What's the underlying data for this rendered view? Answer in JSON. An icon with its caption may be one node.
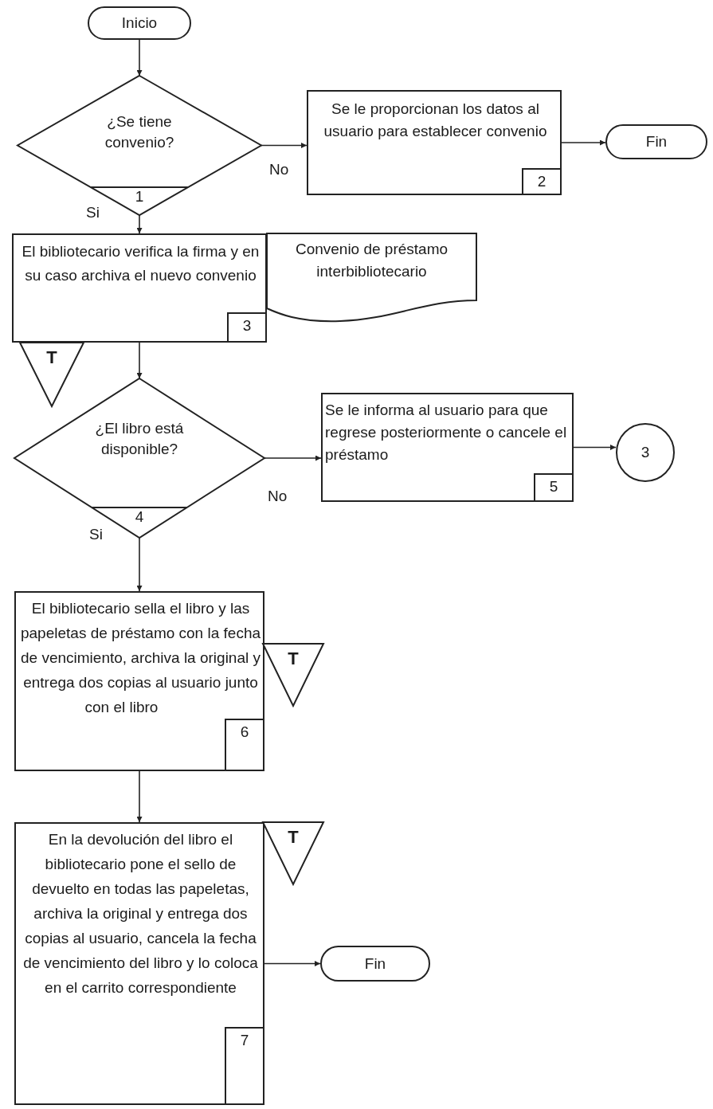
{
  "diagram": {
    "nodes": [
      {
        "text": [
          "Inicio"
        ]
      },
      {
        "text": [
          "¿Se tiene convenio?",
          "1"
        ]
      },
      {
        "text": [
          "Se le proporcionan los datos al usuario para establecer convenio",
          "2"
        ]
      },
      {
        "text": [
          "Fin"
        ]
      },
      {
        "text": [
          "El bibliotecario verifica la firma y en su caso archiva el nuevo convenio",
          "3"
        ]
      },
      {
        "text": [
          "Convenio de préstamo interbibliotecario"
        ]
      },
      {
        "text": [
          "T"
        ]
      },
      {
        "text": [
          "¿El libro está disponible?",
          "4"
        ]
      },
      {
        "text": [
          "Se le informa al usuario para que regrese posteriormente o cancele el préstamo",
          "5"
        ]
      },
      {
        "text": [
          "3"
        ]
      },
      {
        "text": [
          "El bibliotecario sella el libro y las papeletas de préstamo con la fecha de vencimiento, archiva la original y entrega dos copias al usuario junto con el libro",
          "6"
        ]
      },
      {
        "text": [
          "T"
        ]
      },
      {
        "text": [
          "En la devolución del libro el bibliotecario pone el sello de devuelto en todas las papeletas, archiva la original y entrega dos copias al usuario, cancela la fecha de vencimiento del libro y lo coloca en el carrito correspondiente",
          "7"
        ]
      },
      {
        "text": [
          "T"
        ]
      },
      {
        "text": [
          "Fin"
        ]
      }
    ],
    "edges": [
      {
        "from": 0,
        "to": 1,
        "arrow": "to"
      },
      {
        "from": 1,
        "to": 2,
        "arrow": "to",
        "label": "No"
      },
      {
        "from": 2,
        "to": 3,
        "arrow": "to"
      },
      {
        "from": 1,
        "to": 4,
        "arrow": "to",
        "label": "Si"
      },
      {
        "from": 4,
        "to": 7,
        "arrow": "to"
      },
      {
        "from": 7,
        "to": 8,
        "arrow": "to",
        "label": "No"
      },
      {
        "from": 8,
        "to": 9,
        "arrow": "to"
      },
      {
        "from": 7,
        "to": 10,
        "arrow": "to",
        "label": "Si"
      },
      {
        "from": 10,
        "to": 12,
        "arrow": "to"
      },
      {
        "from": 12,
        "to": 14,
        "arrow": "to"
      }
    ]
  }
}
